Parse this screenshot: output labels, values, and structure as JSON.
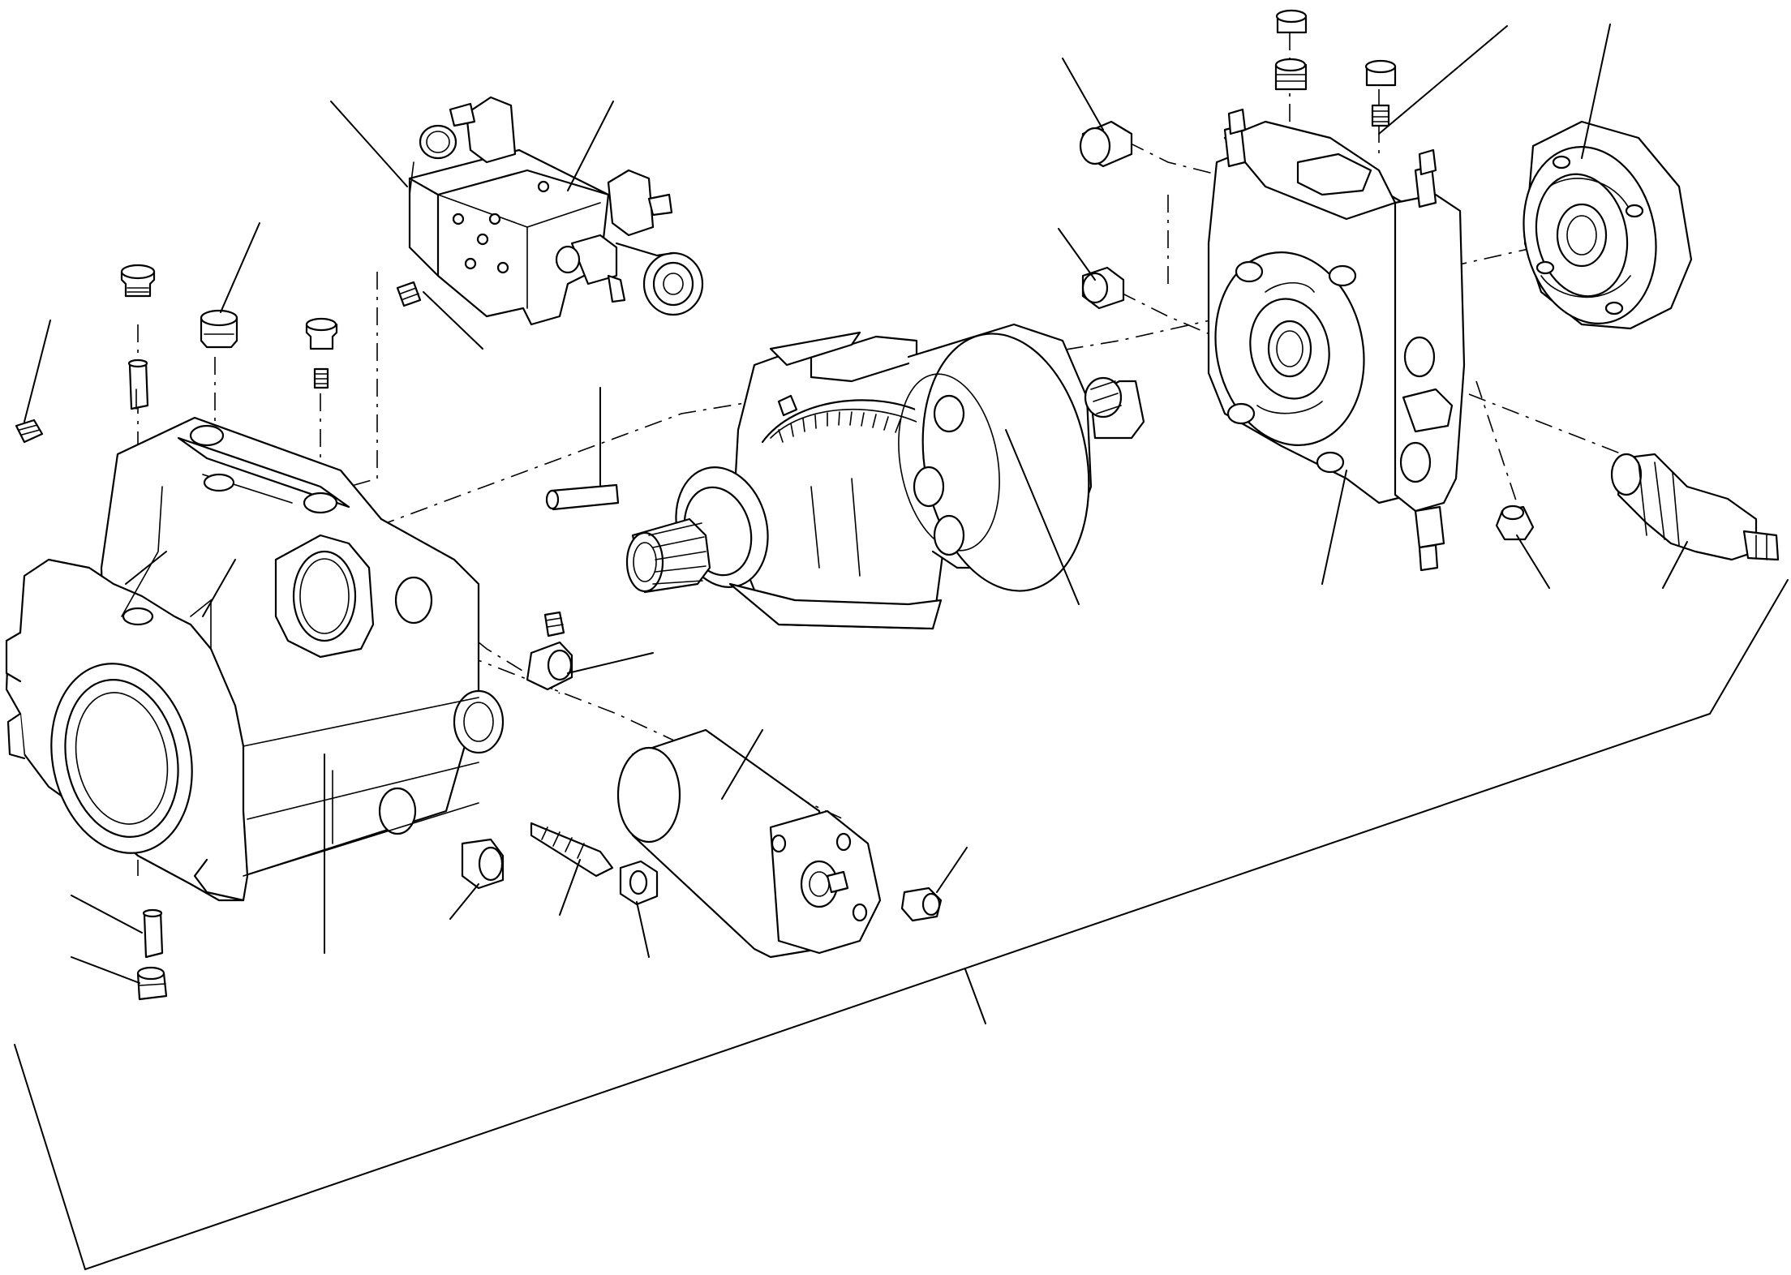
{
  "diagram": {
    "kind": "exploded-parts-view",
    "colors": {
      "line": "#000000",
      "background": "#ffffff"
    },
    "parts": [
      "pump-housing",
      "control-valve-block",
      "swash-plate-assembly",
      "cylinder-barrel",
      "drive-shaft",
      "port-plate-cover",
      "charge-pump",
      "pressure-relief-cartridge",
      "servo-piston",
      "adjusting-screw",
      "plugs",
      "set-screws",
      "dowel-pins",
      "locknut"
    ]
  }
}
